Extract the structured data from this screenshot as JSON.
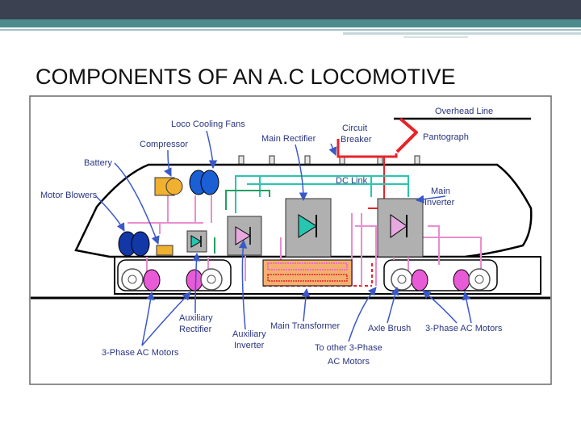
{
  "slide": {
    "title": "COMPONENTS OF AN A.C LOCOMOTIVE"
  },
  "diagram": {
    "labels": {
      "overhead_line": "Overhead Line",
      "pantograph": "Pantograph",
      "circuit_breaker_1": "Circuit",
      "circuit_breaker_2": "Breaker",
      "main_rectifier": "Main Rectifier",
      "loco_cooling_fans": "Loco Cooling Fans",
      "compressor": "Compressor",
      "battery": "Battery",
      "motor_blowers": "Motor Blowers",
      "dc_link": "DC Link",
      "main_inverter_1": "Main",
      "main_inverter_2": "Inverter",
      "auxiliary_rectifier_1": "Auxiliary",
      "auxiliary_rectifier_2": "Rectifier",
      "auxiliary_inverter_1": "Auxiliary",
      "auxiliary_inverter_2": "Inverter",
      "main_transformer": "Main Transformer",
      "axle_brush": "Axle Brush",
      "three_phase_ac_motors_right": "3-Phase AC Motors",
      "three_phase_ac_motors_left": "3-Phase AC Motors",
      "to_other_1": "To other 3-Phase",
      "to_other_2": "AC Motors"
    },
    "colors": {
      "label_text": "#2a3580",
      "arrow": "#3a58c8",
      "high_voltage": "#e8232a",
      "dc_link": "#27c6b0",
      "ac_feed": "#e88ed0",
      "green_wire": "#22a060",
      "motor": "#e85ad6",
      "fan": "#1a5fd4",
      "blower": "#1238a8",
      "compressor": "#f0b030",
      "converter_box": "#b0b0b0",
      "transformer": "#f4b070"
    }
  }
}
